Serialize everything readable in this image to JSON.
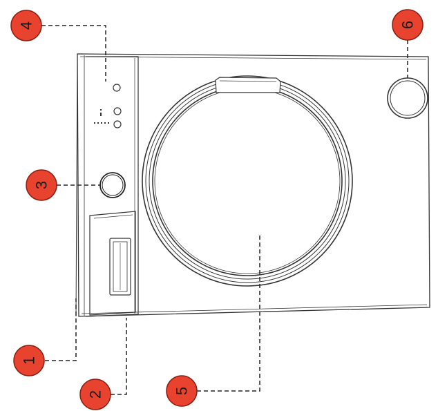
{
  "diagram": {
    "callouts": [
      {
        "id": "callout-1",
        "label": "1"
      },
      {
        "id": "callout-2",
        "label": "2"
      },
      {
        "id": "callout-3",
        "label": "3"
      },
      {
        "id": "callout-4",
        "label": "4"
      },
      {
        "id": "callout-5",
        "label": "5"
      },
      {
        "id": "callout-6",
        "label": "6"
      }
    ],
    "colors": {
      "callout_fill": "#e8432f",
      "callout_stroke": "#8a1f14",
      "callout_text": "#1a1a1a",
      "line": "#333333",
      "leader": "#222222"
    }
  }
}
